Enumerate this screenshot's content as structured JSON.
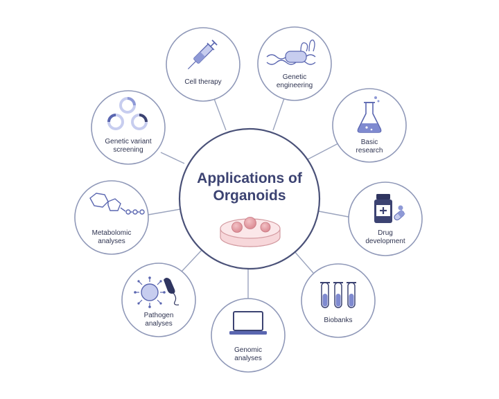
{
  "hub": {
    "title_lines": [
      "Applications of",
      "Organoids"
    ]
  },
  "nodes": [
    {
      "id": "cell-therapy",
      "lines": [
        "Cell therapy"
      ],
      "icon": "syringe-icon"
    },
    {
      "id": "genetic-engineering",
      "lines": [
        "Genetic",
        "engineering"
      ],
      "icon": "dna-engineering-icon"
    },
    {
      "id": "basic-research",
      "lines": [
        "Basic",
        "research"
      ],
      "icon": "flask-icon"
    },
    {
      "id": "drug-development",
      "lines": [
        "Drug",
        "development"
      ],
      "icon": "medicine-bottle-icon"
    },
    {
      "id": "biobanks",
      "lines": [
        "Biobanks"
      ],
      "icon": "test-tubes-icon"
    },
    {
      "id": "genomic-analyses",
      "lines": [
        "Genomic",
        "analyses"
      ],
      "icon": "laptop-icon"
    },
    {
      "id": "pathogen-analyses",
      "lines": [
        "Pathogen",
        "analyses"
      ],
      "icon": "pathogen-icon"
    },
    {
      "id": "metabolomic-analyses",
      "lines": [
        "Metabolomic",
        "analyses"
      ],
      "icon": "molecule-icon"
    },
    {
      "id": "genetic-variant-screening",
      "lines": [
        "Genetic variant",
        "screening"
      ],
      "icon": "variant-rings-icon"
    }
  ],
  "colors": {
    "accent": "#5a66b0",
    "accent_light": "#c7cdef",
    "line": "#9aa3bd",
    "title": "#3c4372",
    "organoid": "#e8a7ad"
  }
}
